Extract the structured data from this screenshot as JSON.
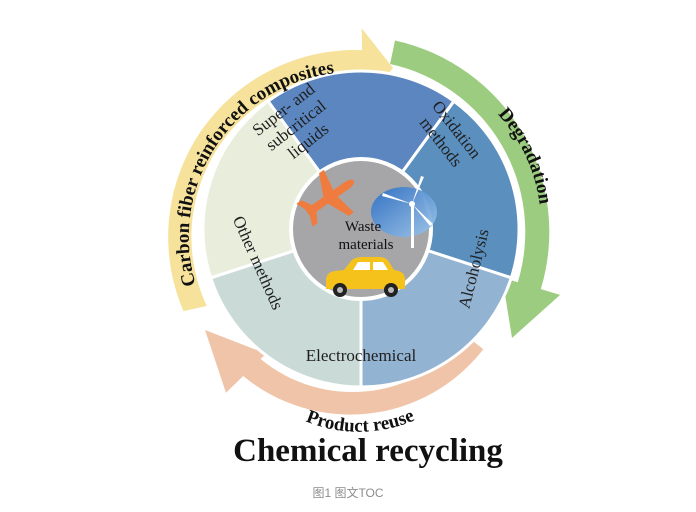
{
  "arrows": {
    "left": "Carbon fiber reinforced composites",
    "right": "Degradation",
    "bottom": "Product reuse"
  },
  "segments": {
    "super": [
      "Super- and",
      "subcritical",
      "liquids"
    ],
    "oxidation": [
      "Oxidation",
      "methods"
    ],
    "alcoholysis": "Alcoholysis",
    "electrochemical": "Electrochemical",
    "other": "Other methods"
  },
  "center": {
    "line1": "Waste",
    "line2": "materials",
    "icons": [
      "airplane-icon",
      "wind-turbine-icon",
      "car-icon"
    ]
  },
  "title": "Chemical recycling",
  "caption": "图1 图文TOC",
  "colors": {
    "super": "#5b86bf",
    "oxidation": "#5b8fbe",
    "alcoholysis": "#93b3d2",
    "electrochemical": "#c9dad7",
    "other": "#e8eddc",
    "arrow_left": "#f6e29b",
    "arrow_right": "#9ccc7f",
    "arrow_bottom": "#f0c4a8",
    "airplane": "#f07b3f",
    "car": "#f4c21a"
  }
}
